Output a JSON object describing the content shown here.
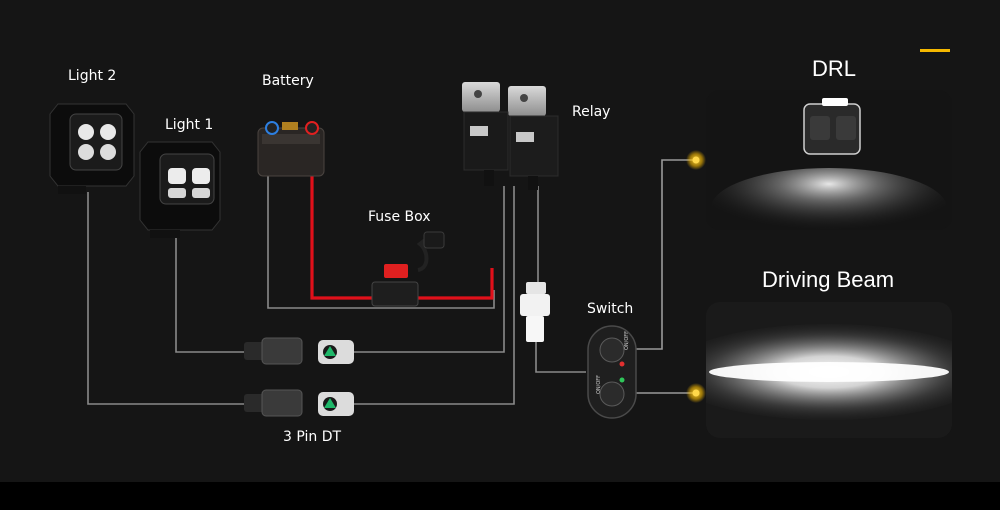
{
  "labels": {
    "light2": "Light 2",
    "light1": "Light 1",
    "battery": "Battery",
    "relay": "Relay",
    "fusebox": "Fuse Box",
    "switch": "Switch",
    "connector": "3 Pin DT",
    "drl": "DRL",
    "driving_beam": "Driving Beam"
  },
  "switch_buttons": [
    "ON/OFF",
    "ON/OFF"
  ],
  "colors": {
    "background": "#151515",
    "wire": "#8a8a8a",
    "power_wire": "#e0101a",
    "accent": "#f5b800",
    "indicator_red": "#e23030",
    "indicator_green": "#2fc65a"
  }
}
